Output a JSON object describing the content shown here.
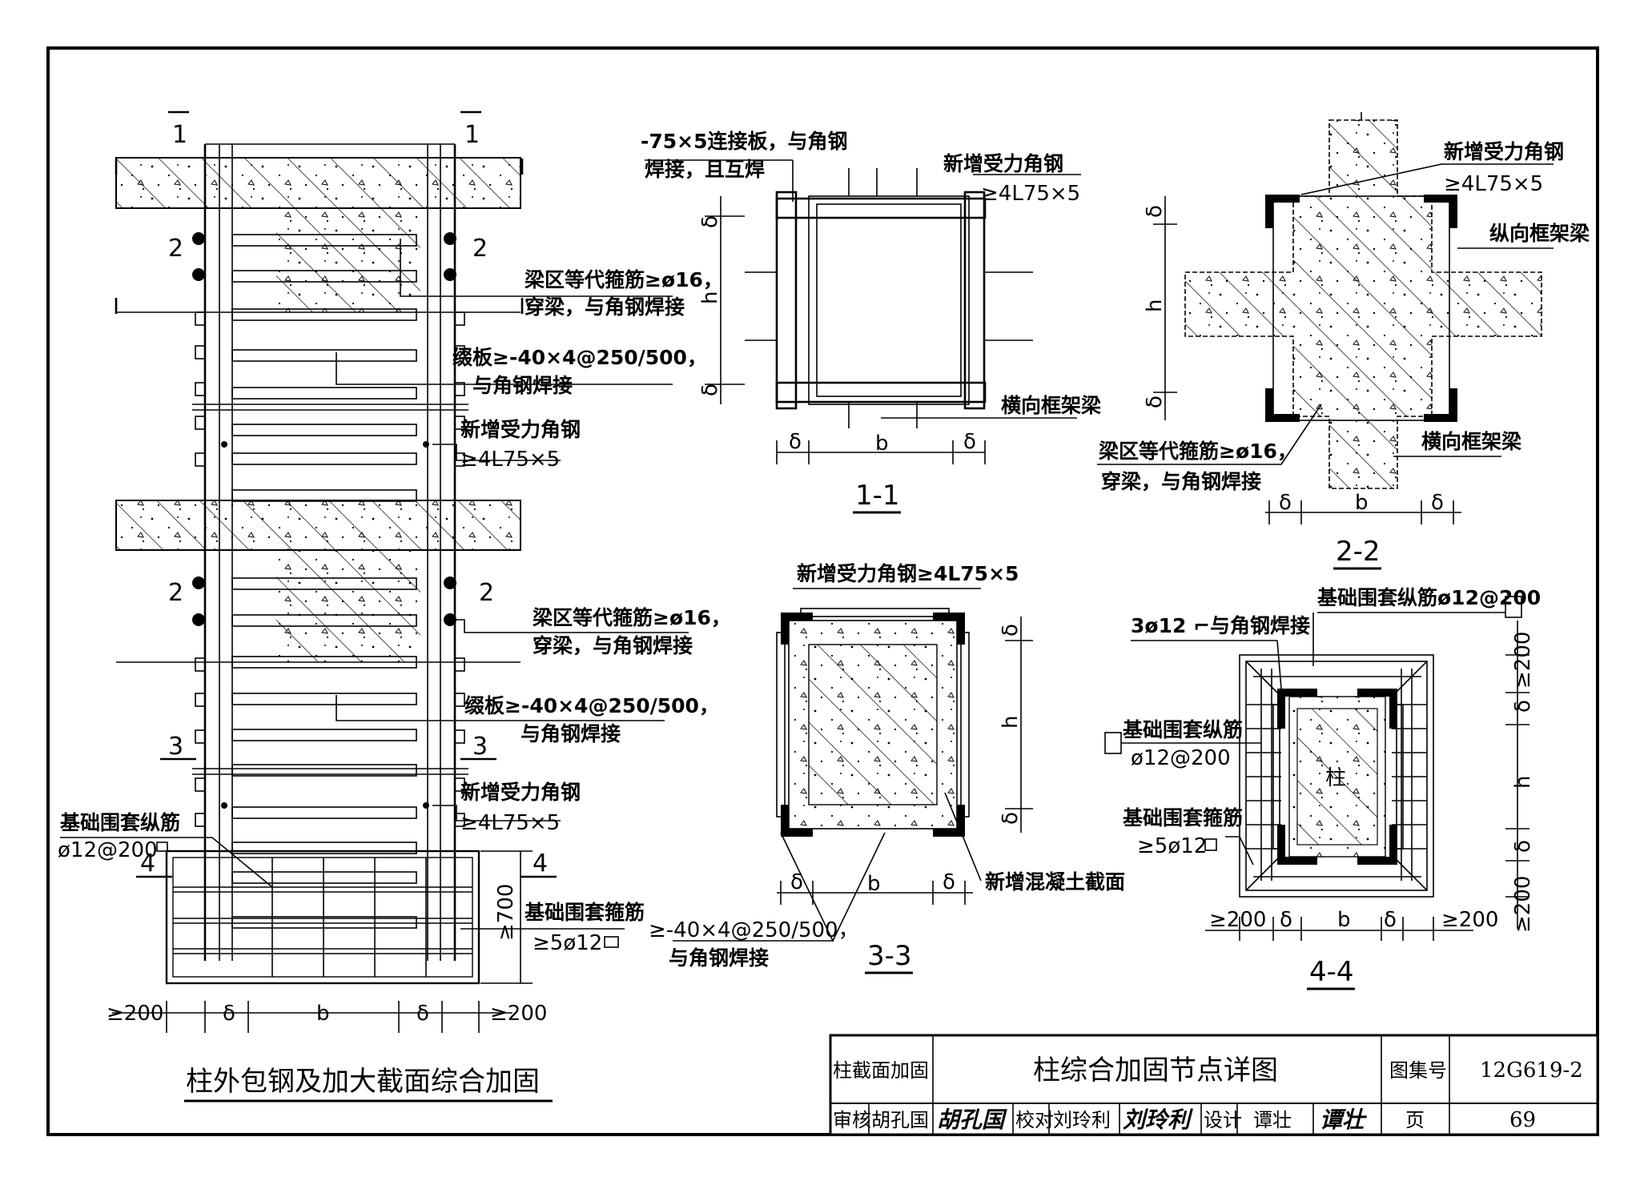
{
  "main_view": {
    "title": "柱外包钢及加大截面综合加固",
    "section_marks": {
      "s1": "1",
      "s2": "2",
      "s3": "3",
      "s4": "4"
    },
    "labels": {
      "beam_stirrup": "梁区等代箍筋≥ø16，",
      "beam_stirrup_2": "穿梁，与角钢焊接",
      "batten": "缀板≥-40×4@250/500，",
      "batten_2": "与角钢焊接",
      "new_angle": "新增受力角钢",
      "new_angle_2": "≥4L75×5",
      "found_long": "基础围套纵筋",
      "found_long_2": "ø12@200",
      "found_stirrup": "基础围套箍筋",
      "found_stirrup_2": "≥5ø12",
      "h700": "≥700"
    },
    "dims": {
      "d200": "≥200",
      "delta": "δ",
      "b": "b"
    }
  },
  "section_1_1": {
    "title": "1-1",
    "labels": {
      "plate": "-75×5连接板，与角钢",
      "plate_2": "焊接，且互焊",
      "new_angle": "新增受力角钢",
      "new_angle_2": "≥4L75×5",
      "trans_beam": "横向框架梁"
    },
    "dims": {
      "delta": "δ",
      "h": "h",
      "b": "b"
    }
  },
  "section_2_2": {
    "title": "2-2",
    "labels": {
      "new_angle": "新增受力角钢",
      "new_angle_2": "≥4L75×5",
      "long_beam": "纵向框架梁",
      "stirrup": "梁区等代箍筋≥ø16，",
      "stirrup_2": "穿梁，与角钢焊接",
      "trans_beam": "横向框架梁"
    },
    "dims": {
      "delta": "δ",
      "h": "h",
      "b": "b"
    }
  },
  "section_3_3": {
    "title": "3-3",
    "labels": {
      "new_angle": "新增受力角钢≥4L75×5",
      "batten": "≥-40×4@250/500，",
      "batten_2": "与角钢焊接",
      "new_conc": "新增混凝土截面"
    },
    "dims": {
      "delta": "δ",
      "h": "h",
      "b": "b"
    }
  },
  "section_4_4": {
    "title": "4-4",
    "labels": {
      "found_long_top": "基础围套纵筋ø12@200",
      "weld": "3ø12 ⌐与角钢焊接",
      "found_long": "基础围套纵筋",
      "found_long_2": "ø12@200",
      "found_stirrup": "基础围套箍筋",
      "found_stirrup_2": "≥5ø12",
      "column": "柱"
    },
    "dims": {
      "d200": "≥200",
      "delta": "δ",
      "h": "h",
      "b": "b"
    }
  },
  "title_block": {
    "category": "柱截面加固",
    "drawing_title": "柱综合加固节点详图",
    "atlas_label": "图集号",
    "atlas_no": "12G619-2",
    "review_label": "审核",
    "reviewer": "胡孔国",
    "reviewer_sig": "胡孔国",
    "check_label": "校对",
    "checker": "刘玲利",
    "checker_sig": "刘玲利",
    "design_label": "设计",
    "designer": "谭壮",
    "designer_sig": "谭壮",
    "page_label": "页",
    "page_no": "69"
  }
}
